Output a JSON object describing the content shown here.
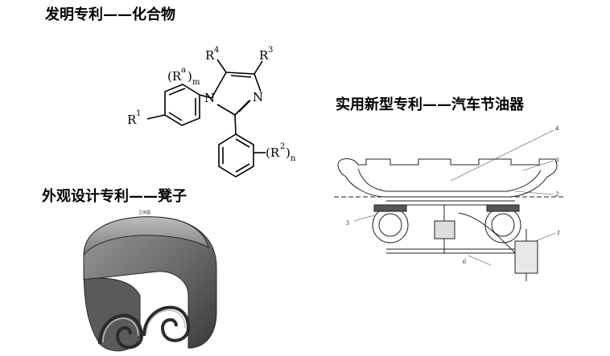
{
  "headings": {
    "invention": "发明专利——化合物",
    "utility": "实用新型专利——汽车节油器",
    "design": "外观设计专利——凳子"
  },
  "chemical_structure": {
    "substituent_r4": "R",
    "substituent_r4_sup": "4",
    "substituent_r3": "R",
    "substituent_r3_sup": "3",
    "substituent_ra": "(R",
    "substituent_ra_sup": "a",
    "substituent_ra_close": ")",
    "substituent_ra_sub": "m",
    "substituent_r1": "R",
    "substituent_r1_sup": "1",
    "atom_n1": "N",
    "atom_n3": "N",
    "substituent_r2": "(R",
    "substituent_r2_sup": "2",
    "substituent_r2_close": ")",
    "substituent_r2_sub": "n"
  },
  "stool_figure": {
    "caption": "立体图"
  },
  "utility_drawing": {
    "part_numbers": [
      "4",
      "3",
      "2",
      "1",
      "5",
      "6"
    ]
  }
}
